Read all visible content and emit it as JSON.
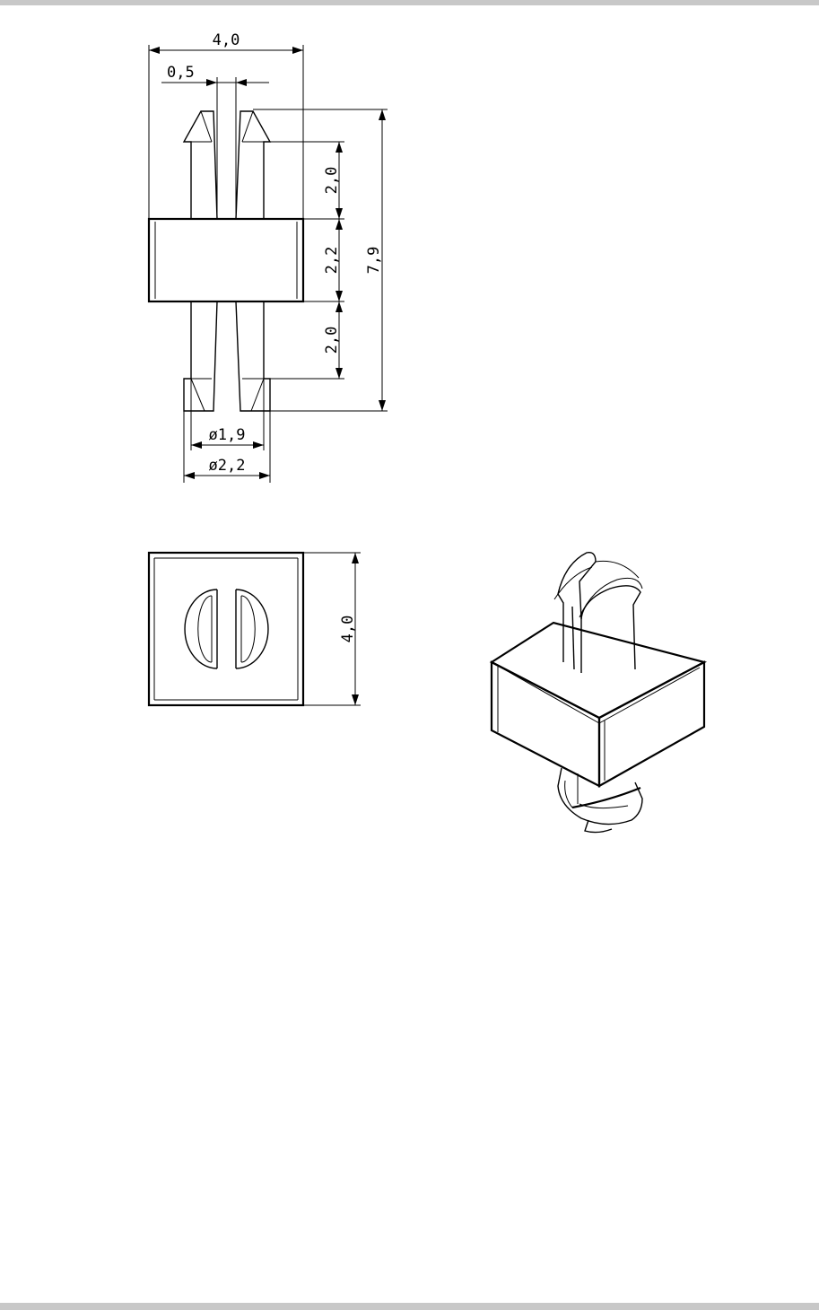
{
  "drawing": {
    "front_view": {
      "dim_width": "4,0",
      "dim_slot": "0,5",
      "dim_upper_pin": "2,0",
      "dim_body": "2,2",
      "dim_lower_pin": "2,0",
      "dim_total_height": "7,9",
      "dim_pin_diameter": "ø1,9",
      "dim_head_diameter": "ø2,2"
    },
    "top_view": {
      "dim_side": "4,0"
    },
    "iso_view": {}
  },
  "colors": {
    "ink": "#000000",
    "page_border": "#c8c8c8"
  }
}
